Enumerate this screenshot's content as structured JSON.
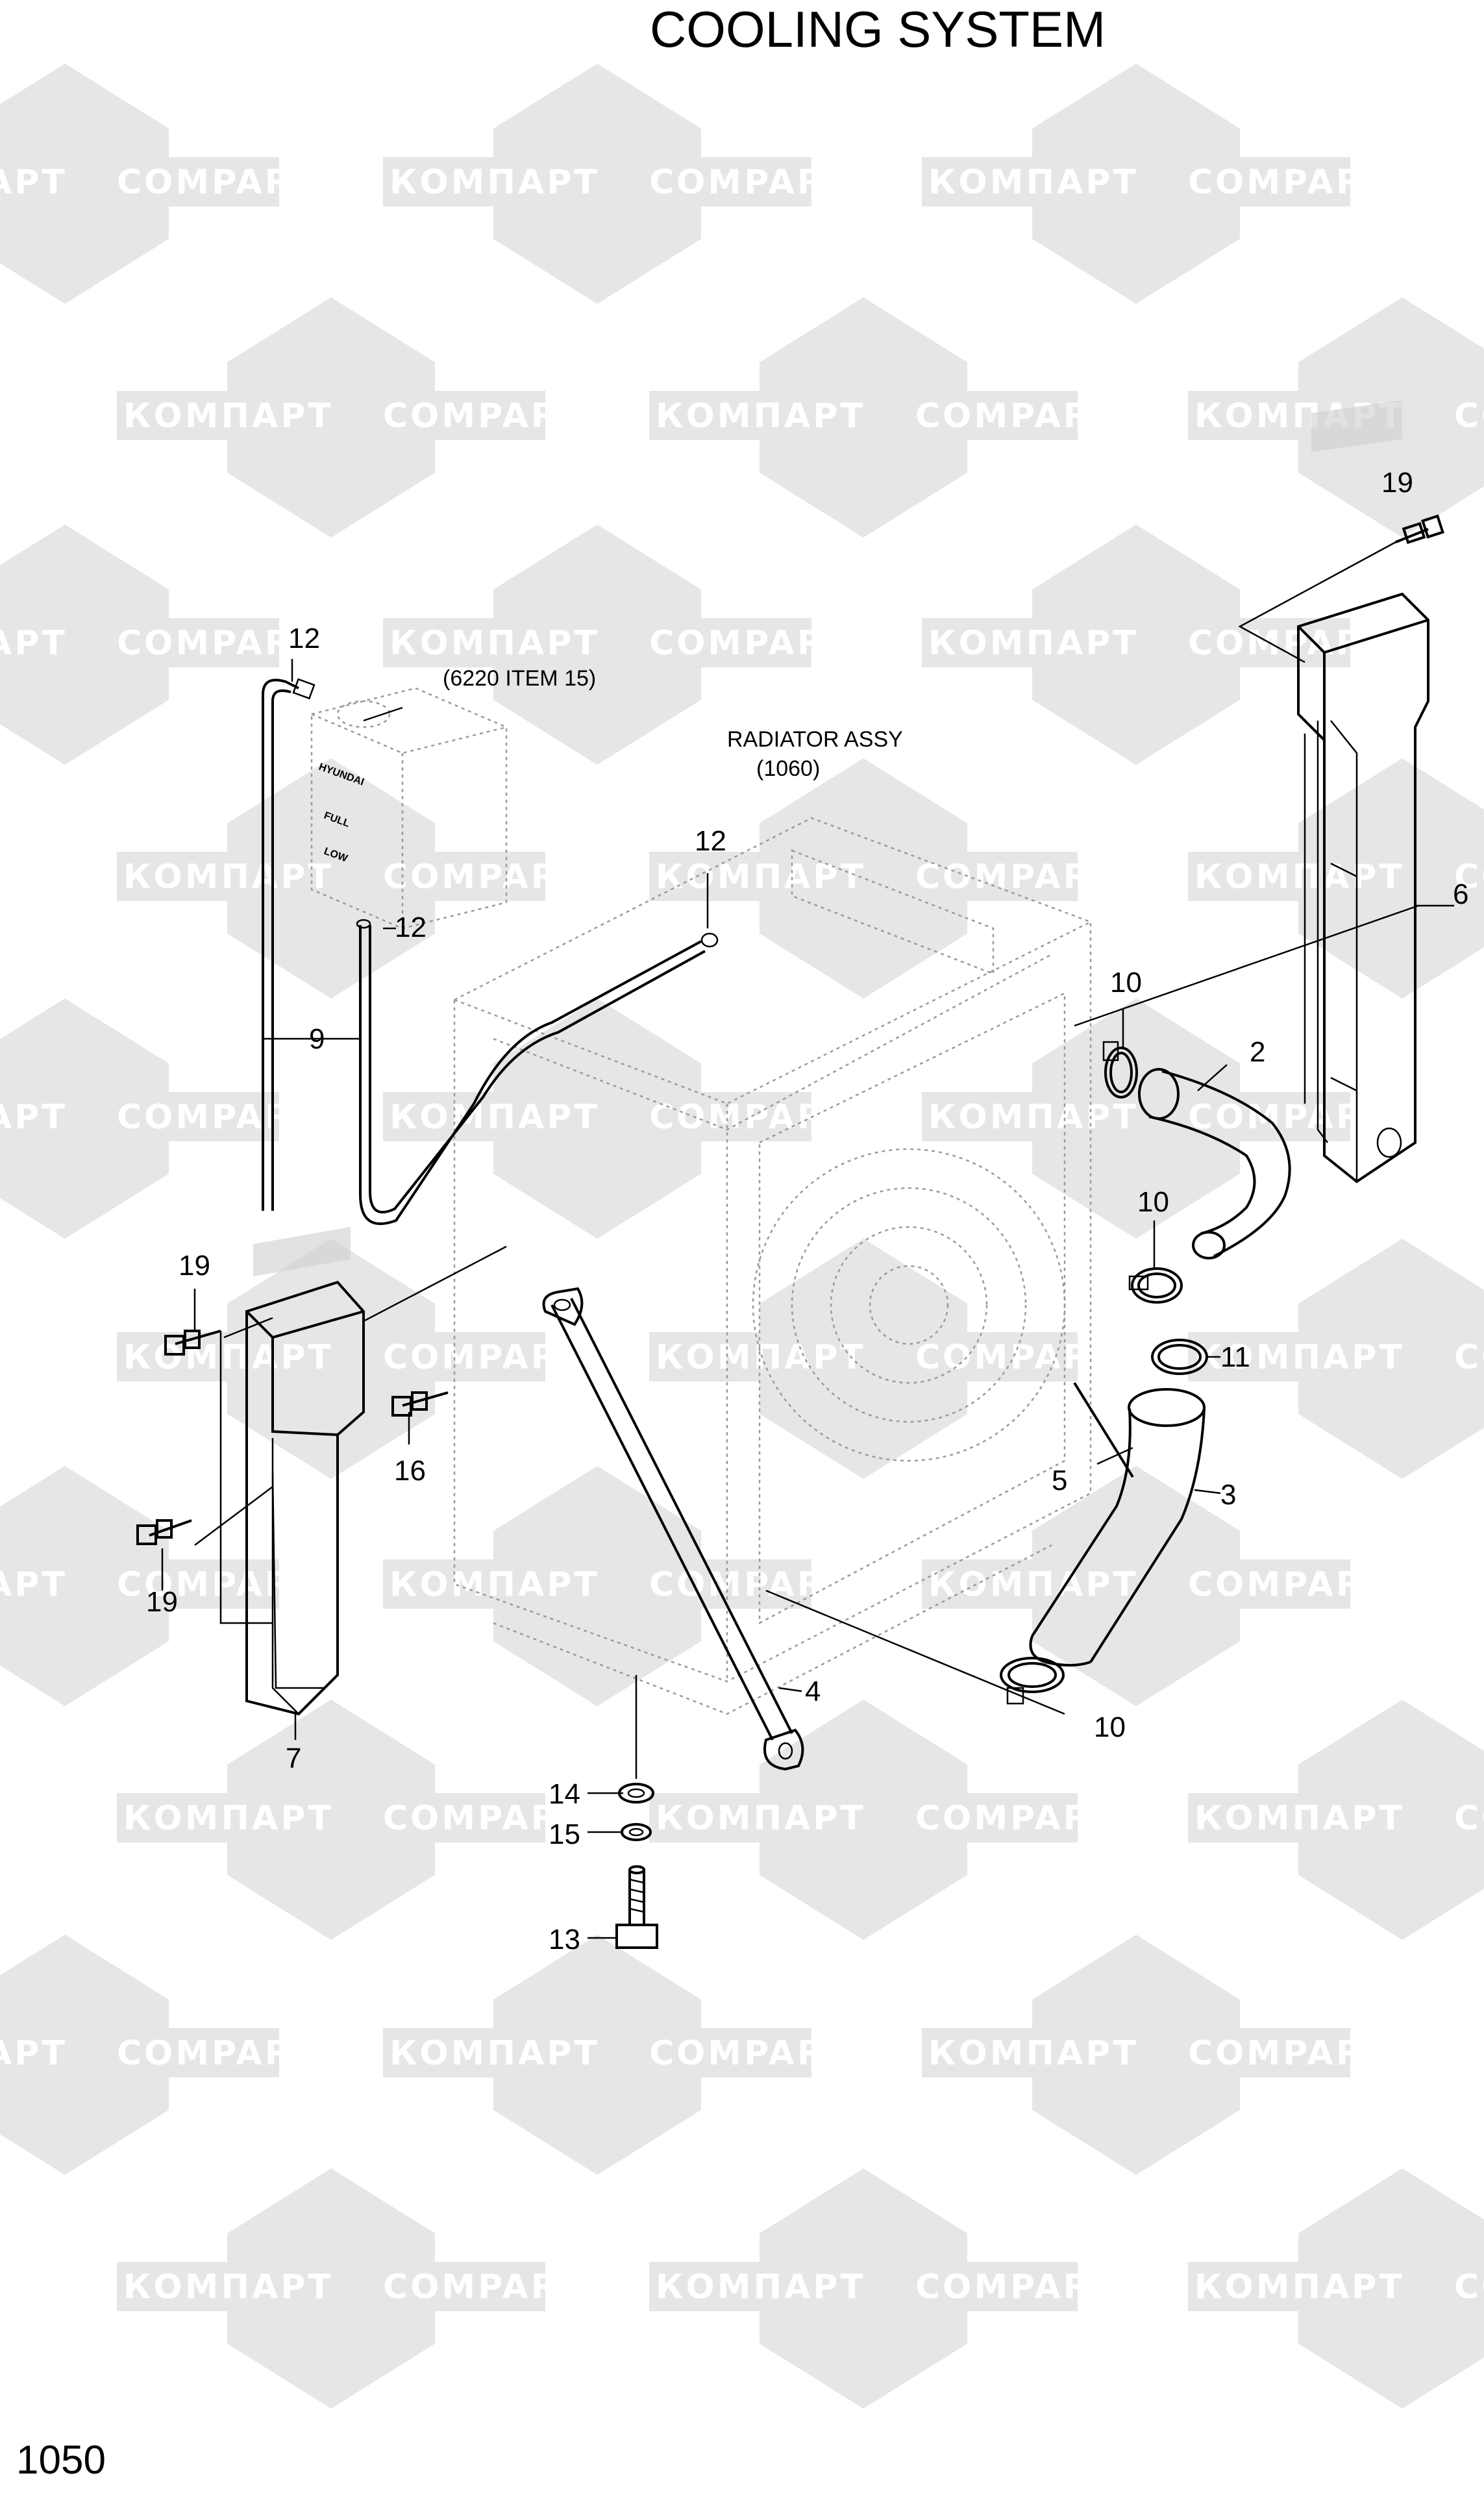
{
  "title": "COOLING SYSTEM",
  "page_number": "1050",
  "watermark": {
    "latin": "COMPART",
    "cyrillic": "КОМПАРТ"
  },
  "notes": {
    "reference_6220": "(6220 ITEM 15)",
    "radiator_label": "RADIATOR ASSY",
    "radiator_code": "(1060)"
  },
  "tank_marks": {
    "brand": "HYUNDAI",
    "full": "FULL",
    "low": "LOW"
  },
  "callouts": {
    "c19_top": "19",
    "c12_top": "12",
    "c12_mid": "12",
    "c12_pipe": "12",
    "c6": "6",
    "c10_a": "10",
    "c2": "2",
    "c9": "9",
    "c10_b": "10",
    "c19_left": "19",
    "c11": "11",
    "c16": "16",
    "c5": "5",
    "c3": "3",
    "c19_low": "19",
    "c4": "4",
    "c10_c": "10",
    "c7": "7",
    "c14": "14",
    "c15": "15",
    "c13": "13"
  }
}
